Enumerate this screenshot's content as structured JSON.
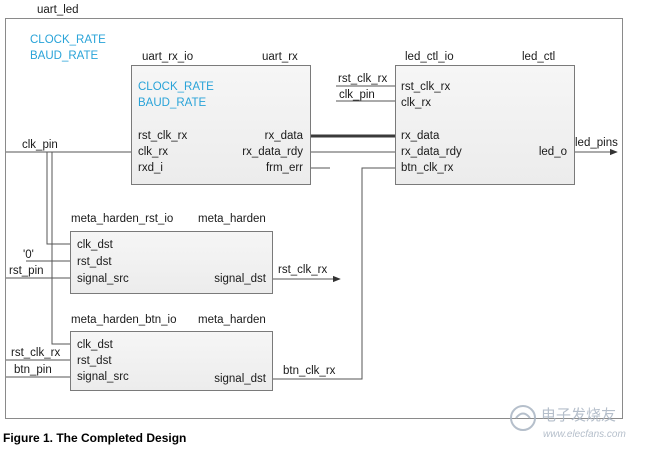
{
  "top": {
    "name": "uart_led",
    "params": [
      "CLOCK_RATE",
      "BAUD_RATE"
    ],
    "ports": {
      "clk_pin": "clk_pin",
      "led_pins": "led_pins"
    }
  },
  "uart_rx": {
    "instance": "uart_rx_io",
    "module": "uart_rx",
    "params": [
      "CLOCK_RATE",
      "BAUD_RATE"
    ],
    "inputs": [
      "rst_clk_rx",
      "clk_rx",
      "rxd_i"
    ],
    "outputs": [
      "rx_data",
      "rx_data_rdy",
      "frm_err"
    ]
  },
  "led_ctl": {
    "instance": "led_ctl_io",
    "module": "led_ctl",
    "inputs": [
      "rst_clk_rx",
      "clk_rx",
      "rx_data",
      "rx_data_rdy",
      "btn_clk_rx"
    ],
    "outputs": [
      "led_o"
    ],
    "net_labels": [
      "rst_clk_rx",
      "clk_pin"
    ]
  },
  "meta_rst": {
    "instance": "meta_harden_rst_io",
    "module": "meta_harden",
    "inputs": [
      "clk_dst",
      "rst_dst",
      "signal_src"
    ],
    "outputs": [
      "signal_dst"
    ],
    "net_labels": {
      "const": "'0'",
      "in": "rst_pin",
      "out": "rst_clk_rx"
    }
  },
  "meta_btn": {
    "instance": "meta_harden_btn_io",
    "module": "meta_harden",
    "inputs": [
      "clk_dst",
      "rst_dst",
      "signal_src"
    ],
    "outputs": [
      "signal_dst"
    ],
    "net_labels": {
      "rst": "rst_clk_rx",
      "in": "btn_pin",
      "out": "btn_clk_rx"
    }
  },
  "caption": "Figure 1. The Completed Design",
  "watermark": {
    "cn": "电子发烧友",
    "url": "www.elecfans.com"
  }
}
